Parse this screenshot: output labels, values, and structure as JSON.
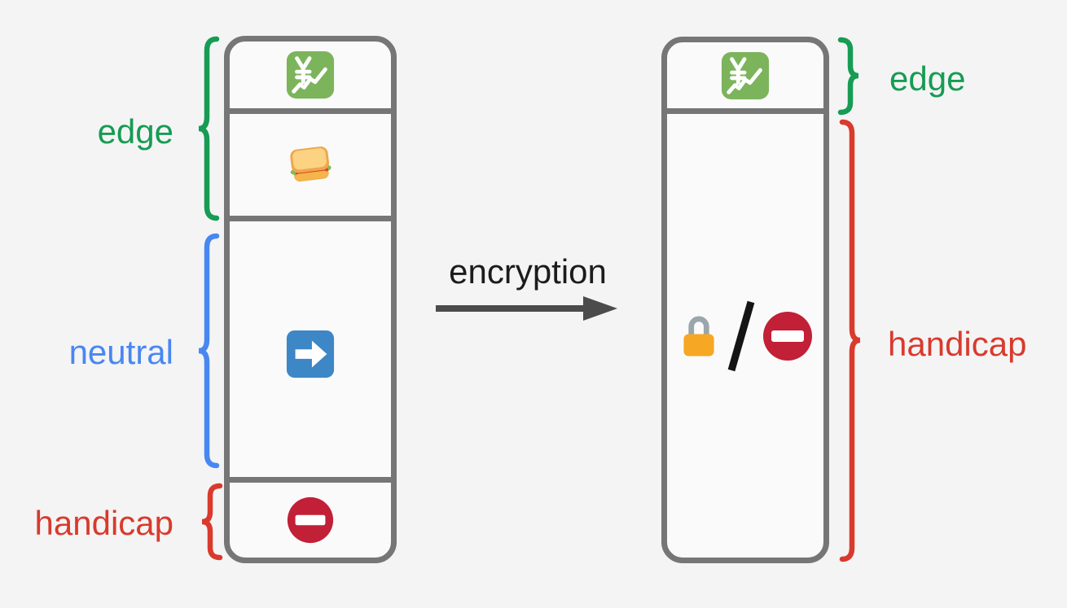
{
  "diagram": {
    "background": "#f4f4f5",
    "colors": {
      "edge": "#169c53",
      "neutral": "#4887f1",
      "handicap": "#d93a2c",
      "container_border": "#767676",
      "arrow": "#4b4b4b",
      "label_text": "#1c1c1c"
    },
    "left_column": {
      "labels": {
        "edge": "edge",
        "neutral": "neutral",
        "handicap": "handicap"
      },
      "cells": [
        {
          "icon": "chart-increasing-with-yen-icon",
          "group": "edge"
        },
        {
          "icon": "sandwich-icon",
          "group": "edge"
        },
        {
          "icon": "arrow-right-icon",
          "group": "neutral"
        },
        {
          "icon": "no-entry-icon",
          "group": "handicap"
        }
      ]
    },
    "transformation": {
      "label": "encryption"
    },
    "right_column": {
      "labels": {
        "edge": "edge",
        "handicap": "handicap"
      },
      "cells": [
        {
          "icon": "chart-increasing-with-yen-icon",
          "group": "edge"
        },
        {
          "icons": [
            "lock-icon",
            "no-entry-icon"
          ],
          "separator": "/",
          "group": "handicap"
        }
      ]
    }
  }
}
